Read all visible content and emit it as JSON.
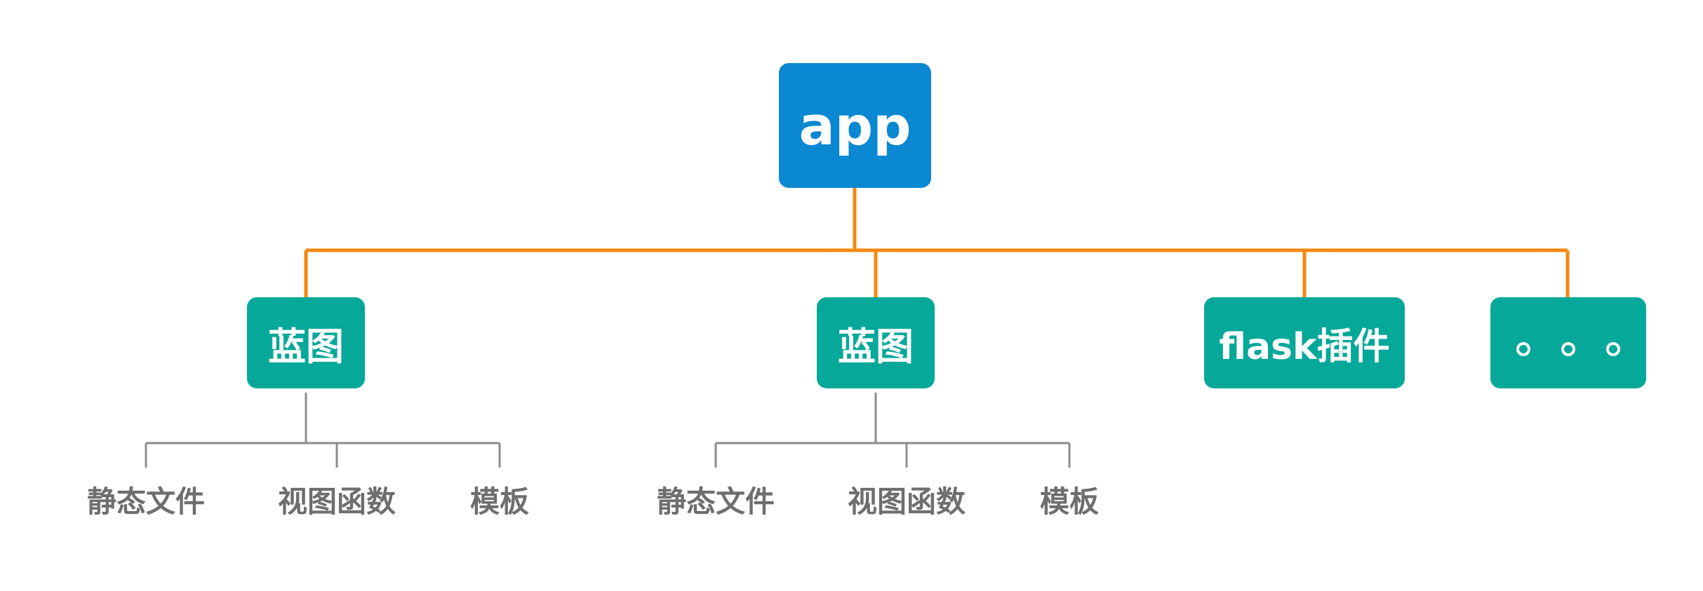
{
  "diagram": {
    "root": {
      "label": "app"
    },
    "children": [
      {
        "label": "蓝图",
        "leaves": [
          "静态文件",
          "视图函数",
          "模板"
        ]
      },
      {
        "label": "蓝图",
        "leaves": [
          "静态文件",
          "视图函数",
          "模板"
        ]
      },
      {
        "label": "flask插件",
        "leaves": []
      },
      {
        "label": "。。。",
        "leaves": []
      }
    ]
  },
  "colors": {
    "root_fill": "#0a88d2",
    "child_fill": "#06a899",
    "main_connector": "#f5880f",
    "leaf_connector": "#8c8c8c",
    "leaf_text": "#6e6e6e",
    "node_text": "#ffffff"
  }
}
